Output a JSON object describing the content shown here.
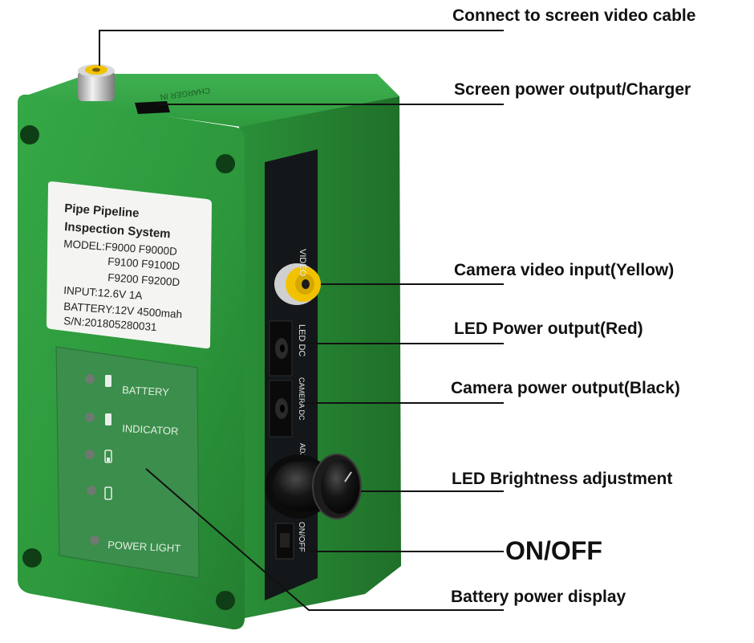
{
  "callouts": {
    "video_cable": "Connect to screen video cable",
    "screen_power": "Screen power output/Charger",
    "camera_video": "Camera video input(Yellow)",
    "led_power": "LED Power output(Red)",
    "camera_power": "Camera power output(Black)",
    "brightness": "LED Brightness adjustment",
    "onoff": "ON/OFF",
    "battery_display": "Battery power display"
  },
  "device_label": {
    "title_line1": "Pipe Pipeline",
    "title_line2": "Inspection System",
    "model_line1": "MODEL:F9000  F9000D",
    "model_line2": "F9100  F9100D",
    "model_line3": "F9200  F9200D",
    "input": "INPUT:12.6V 1A",
    "battery": "BATTERY:12V 4500mah",
    "serial": "S/N:201805280031"
  },
  "indicator_panel": {
    "battery": "BATTERY",
    "indicator": "INDICATOR",
    "power_light": "POWER LIGHT"
  },
  "side_panel": {
    "video": "VIDEO",
    "led_dc": "LED DC",
    "camera_dc": "CAMERA DC",
    "adjust": "ADJUST",
    "on_off": "ON/OFF",
    "charger": "CHARGER IN"
  },
  "colors": {
    "body_green": "#2f9a3c",
    "body_dark": "#1f6f2a",
    "side_panel": "#14171a",
    "indicator_panel": "#3b8e4c",
    "rca_yellow": "#f2c200",
    "label_bg": "#f4f5f2"
  }
}
